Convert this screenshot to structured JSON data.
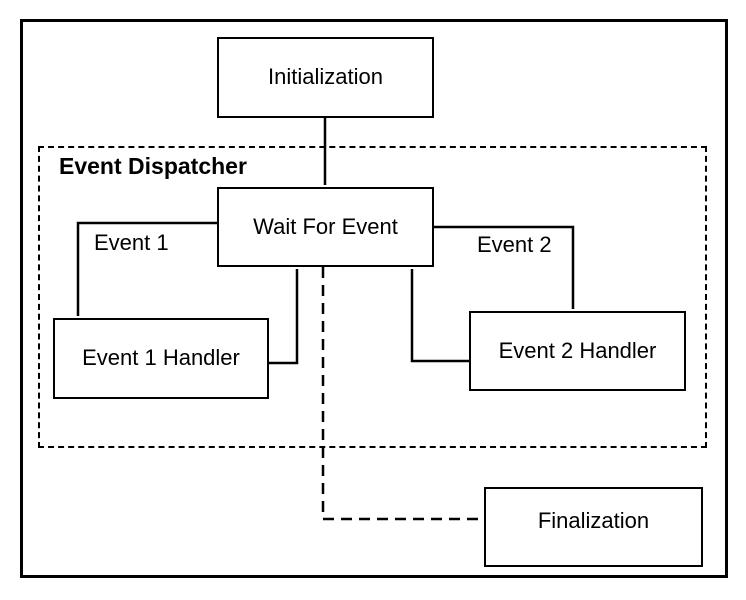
{
  "diagram": {
    "dispatcher_label": "Event Dispatcher",
    "nodes": {
      "initialization": "Initialization",
      "wait_for_event": "Wait For Event",
      "event1_handler": "Event 1 Handler",
      "event2_handler": "Event 2 Handler",
      "finalization": "Finalization"
    },
    "edge_labels": {
      "event1": "Event 1",
      "event2": "Event 2"
    },
    "edges": [
      {
        "from": "initialization",
        "to": "wait_for_event",
        "style": "solid"
      },
      {
        "from": "wait_for_event",
        "to": "event1_handler",
        "label": "Event 1",
        "style": "solid"
      },
      {
        "from": "event1_handler",
        "to": "wait_for_event",
        "style": "solid"
      },
      {
        "from": "wait_for_event",
        "to": "event2_handler",
        "label": "Event 2",
        "style": "solid"
      },
      {
        "from": "event2_handler",
        "to": "wait_for_event",
        "style": "solid"
      },
      {
        "from": "wait_for_event",
        "to": "finalization",
        "style": "dashed"
      }
    ],
    "colors": {
      "line": "#000000",
      "text": "#000000",
      "background": "#ffffff"
    }
  }
}
